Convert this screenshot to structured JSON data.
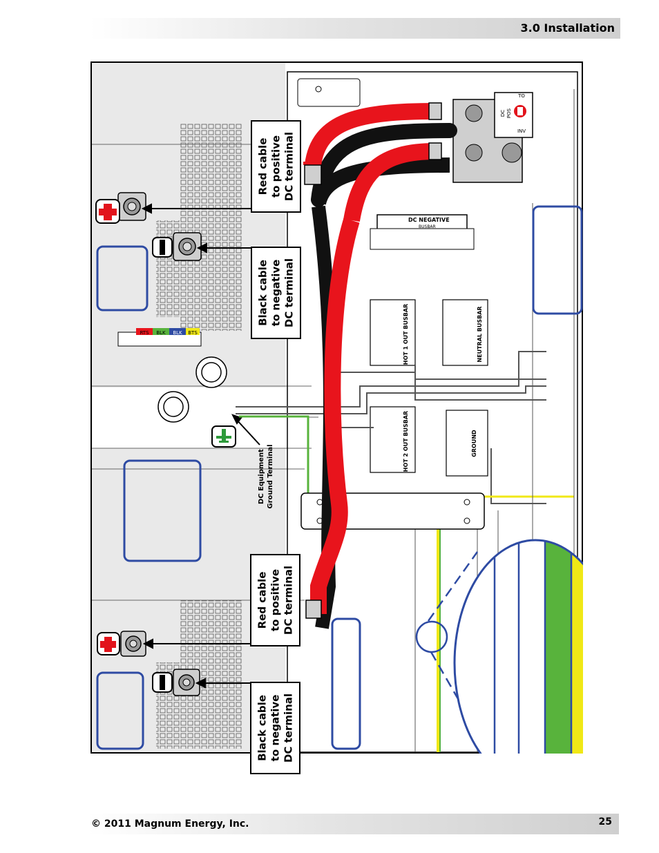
{
  "header": {
    "section_title": "3.0 Installation"
  },
  "footer": {
    "copyright": "© 2011 Magnum Energy, Inc.",
    "page_number": "25"
  },
  "callouts": {
    "top_red": [
      "Red cable",
      "to positive",
      "DC terminal"
    ],
    "top_black": [
      "Black cable",
      "to negative",
      "DC terminal"
    ],
    "bottom_red": [
      "Red cable",
      "to positive",
      "DC terminal"
    ],
    "bottom_black": [
      "Black cable",
      "to negative",
      "DC terminal"
    ],
    "ground": [
      "DC Equipment",
      "Ground Terminal"
    ]
  },
  "panel_labels": {
    "dc_pos": "DC",
    "pos": "POS",
    "to": "TO",
    "inv": "INV",
    "dc_negative_busbar": "DC NEGATIVE",
    "busbar": "BUSBAR",
    "hot1_out_busbar": "HOT 1 OUT BUSBAR",
    "hot2_out_busbar": "HOT 2 OUT BUSBAR",
    "neutral_busbar": "NEUTRAL BUSBAR",
    "ground_busbar": "GROUND",
    "temp_connectors": [
      "BTS",
      "BLK",
      "BLK",
      "RTS"
    ]
  },
  "colors": {
    "cable_red": "#e8141c",
    "cable_black": "#111111",
    "ground_green": "#58b33c",
    "ground_yellow": "#f0e816",
    "highlight_blue": "#2e4ba3",
    "plus_red": "#e2131b",
    "ground_icon_green": "#2d9a3a"
  }
}
